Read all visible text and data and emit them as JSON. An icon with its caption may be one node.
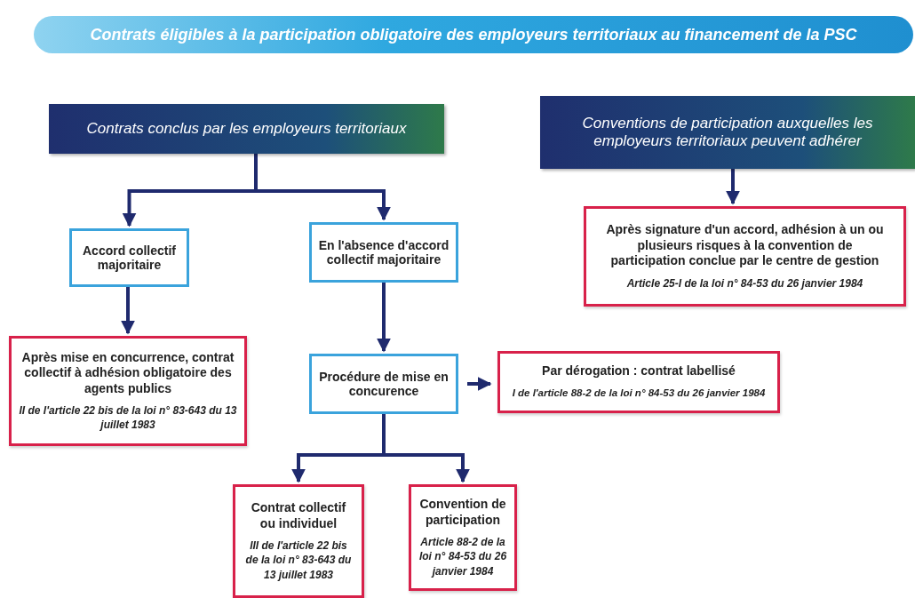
{
  "diagram": {
    "title": "Contrats éligibles à la participation obligatoire des employeurs territoriaux au financement de la PSC",
    "nodes": [
      {
        "text": [
          "Contrats conclus par les employeurs territoriaux"
        ]
      },
      {
        "text": [
          "Conventions de participation auxquelles les employeurs territoriaux peuvent adhérer"
        ]
      },
      {
        "text": [
          "Accord collectif majoritaire"
        ]
      },
      {
        "text": [
          "En l'absence d'accord collectif majoritaire"
        ]
      },
      {
        "text": [
          "Après signature d'un accord, adhésion à un ou plusieurs risques à la convention de participation conclue par le centre de gestion",
          "Article 25-I de la loi n° 84-53 du 26 janvier 1984"
        ]
      },
      {
        "text": [
          "Après mise en concurrence, contrat collectif à adhésion obligatoire des agents publics",
          "II de l'article 22 bis de la loi n° 83-643 du 13 juillet 1983"
        ]
      },
      {
        "text": [
          "Procédure de mise en concurence"
        ]
      },
      {
        "text": [
          "Par dérogation : contrat labellisé",
          "I de l'article 88-2 de la loi n° 84-53 du 26 janvier 1984"
        ]
      },
      {
        "text": [
          "Contrat collectif ou individuel",
          "III de l'article 22 bis de la loi n° 83-643 du 13 juillet 1983"
        ]
      },
      {
        "text": [
          "Convention de participation",
          "Article 88-2 de la loi n° 84-53 du 26 janvier 1984"
        ]
      }
    ],
    "edges": [
      {
        "from": 0,
        "to": 2,
        "arrow": "to"
      },
      {
        "from": 0,
        "to": 3,
        "arrow": "to"
      },
      {
        "from": 1,
        "to": 4,
        "arrow": "to"
      },
      {
        "from": 2,
        "to": 5,
        "arrow": "to"
      },
      {
        "from": 3,
        "to": 6,
        "arrow": "to"
      },
      {
        "from": 6,
        "to": 7,
        "arrow": "to"
      },
      {
        "from": 6,
        "to": 8,
        "arrow": "to"
      },
      {
        "from": 6,
        "to": 9,
        "arrow": "to"
      }
    ]
  }
}
